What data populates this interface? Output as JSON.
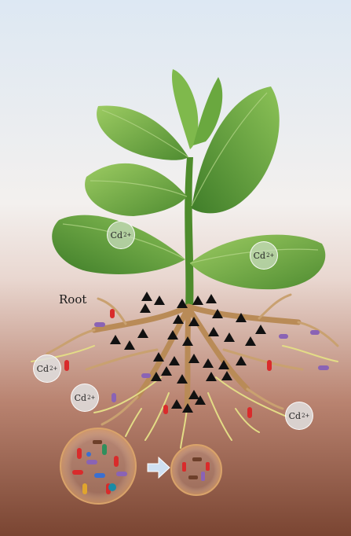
{
  "labels": {
    "root": "Root"
  },
  "ions": [
    {
      "id": "ion-leaf-left",
      "text": "Cd",
      "charge": "2+",
      "leaf": true
    },
    {
      "id": "ion-leaf-right",
      "text": "Cd",
      "charge": "2+",
      "leaf": true
    },
    {
      "id": "ion-soil-left",
      "text": "Cd",
      "charge": "2+",
      "leaf": false
    },
    {
      "id": "ion-soil-mid",
      "text": "Cd",
      "charge": "2+",
      "leaf": false
    },
    {
      "id": "ion-soil-right",
      "text": "Cd",
      "charge": "2+",
      "leaf": false
    }
  ],
  "colors": {
    "sky_top": "#dfe9f4",
    "soil_bottom": "#7d4a36",
    "leaf_dark": "#5e9a3a",
    "leaf_light": "#8fc25a",
    "root_brown": "#b98b57",
    "root_yellow": "#e8e28a",
    "bacteria_red": "#d92b2b",
    "bacteria_purple": "#8a63b5",
    "arrow": "#cfe0f2"
  }
}
